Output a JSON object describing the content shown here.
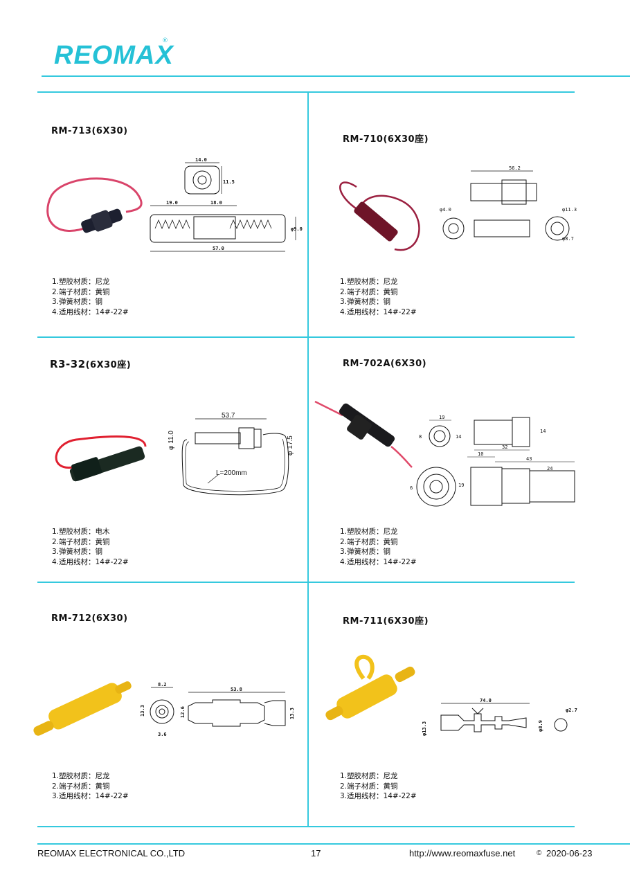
{
  "header": {
    "logo_text": "REOMAX",
    "logo_mark": "®"
  },
  "colors": {
    "accent": "#35c9de",
    "wire_red": "#e04a6a",
    "holder_black": "#1d1d1f",
    "holder_yellow": "#f2c21b"
  },
  "products": [
    {
      "title": "RM-713(6X30)",
      "specs": [
        "1.塑胶材质：尼龙",
        "2.端子材质：黄铜",
        "3.弹簧材质：钢",
        "4.适用线材：14#-22#"
      ],
      "dims": {
        "d1": "14.0",
        "d2": "11.5",
        "d3": "19.0",
        "d4": "18.0",
        "d5": "57.0",
        "d6": "φ9.0"
      }
    },
    {
      "title": "RM-710(6X30座)",
      "specs": [
        "1.塑胶材质：尼龙",
        "2.端子材质：黄铜",
        "3.弹簧材质：钢",
        "4.适用线材：14#-22#"
      ],
      "dims": {
        "d1": "56.2",
        "d2": "φ4.0",
        "d3": "φ11.3",
        "d4": "φ8.7"
      }
    },
    {
      "title_main": "R3-32",
      "title_suffix": "(6X30座)",
      "specs": [
        "1.塑胶材质：电木",
        "2.端子材质：黄铜",
        "3.弹簧材质：钢",
        "4.适用线材：14#-22#"
      ],
      "dims": {
        "d1": "53.7",
        "d2": "φ 11.0",
        "d3": "φ 17.5",
        "d4": "L=200mm"
      }
    },
    {
      "title": "RM-702A(6X30)",
      "specs": [
        "1.塑胶材质：尼龙",
        "2.端子材质：黄铜",
        "3.弹簧材质：钢",
        "4.适用线材：14#-22#"
      ],
      "dims": {
        "d1": "19",
        "d2": "14",
        "d3": "32",
        "d4": "10",
        "d5": "43",
        "d6": "24",
        "d7": "8",
        "d8": "19",
        "d9": "6"
      }
    },
    {
      "title": "RM-712(6X30)",
      "specs": [
        "1.塑胶材质：尼龙",
        "2.端子材质：黄铜",
        "3.适用线材：14#-22#"
      ],
      "dims": {
        "d1": "8.2",
        "d2": "53.8",
        "d3": "13.3",
        "d4": "12.6",
        "d5": "3.6",
        "d6": "13.3"
      }
    },
    {
      "title": "RM-711(6X30座)",
      "specs": [
        "1.塑胶材质：尼龙",
        "2.端子材质：黄铜",
        "3.适用线材：14#-22#"
      ],
      "dims": {
        "d1": "74.0",
        "d2": "φ2.7",
        "d3": "φ13.3",
        "d4": "φ8.9"
      }
    }
  ],
  "footer": {
    "company": "REOMAX  ELECTRONICAL CO.,LTD",
    "page": "17",
    "url": "http://www.reomaxfuse.net",
    "date": "2020-06-23",
    "date_icon": "copyright-icon"
  }
}
